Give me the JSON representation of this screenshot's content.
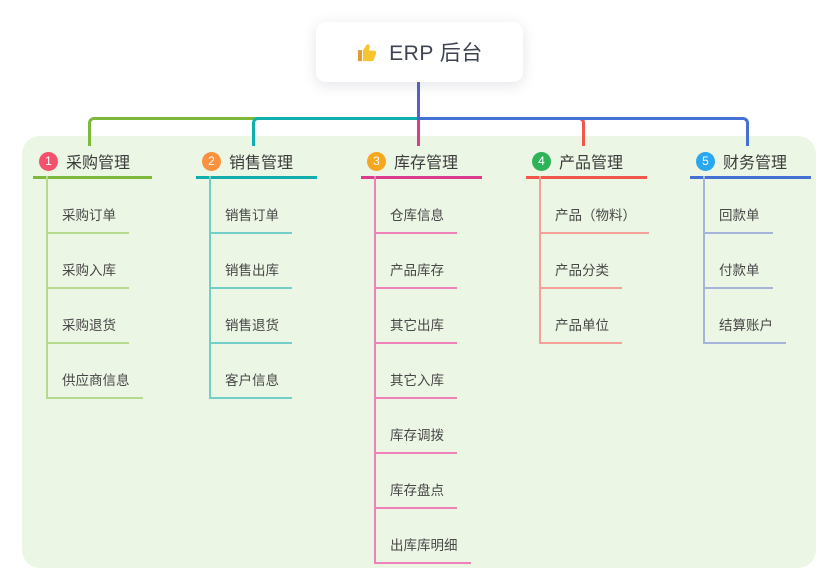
{
  "root": {
    "label": "ERP 后台",
    "icon": "thumbs-up-icon"
  },
  "canvas": {
    "panel_background": "#ecf6e5",
    "stem_color": "#5561c6"
  },
  "branches": [
    {
      "num": "1",
      "label": "采购管理",
      "color": "#7eb93c",
      "child_color": "#b5d98d",
      "badge_color": "#f4516c",
      "children": [
        "采购订单",
        "采购入库",
        "采购退货",
        "供应商信息"
      ]
    },
    {
      "num": "2",
      "label": "销售管理",
      "color": "#10aeac",
      "child_color": "#72cfc8",
      "badge_color": "#f9913f",
      "children": [
        "销售订单",
        "销售出库",
        "销售退货",
        "客户信息"
      ]
    },
    {
      "num": "3",
      "label": "库存管理",
      "color": "#dc3c8f",
      "child_color": "#ee82b8",
      "badge_color": "#f5a71f",
      "children": [
        "仓库信息",
        "产品库存",
        "其它出库",
        "其它入库",
        "库存调拨",
        "库存盘点",
        "出库库明细"
      ]
    },
    {
      "num": "4",
      "label": "产品管理",
      "color": "#f1584b",
      "child_color": "#f5a19a",
      "badge_color": "#2eb456",
      "children": [
        "产品（物料）",
        "产品分类",
        "产品单位"
      ]
    },
    {
      "num": "5",
      "label": "财务管理",
      "color": "#4570d4",
      "child_color": "#a6b4da",
      "badge_color": "#2aa8ef",
      "children": [
        "回款单",
        "付款单",
        "结算账户"
      ]
    }
  ]
}
